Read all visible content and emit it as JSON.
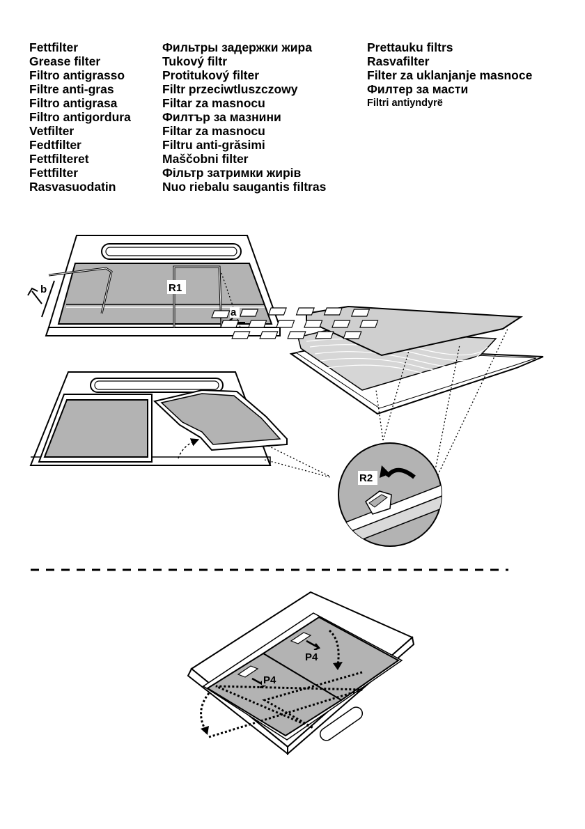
{
  "columns": [
    [
      "Fettfilter",
      "Grease filter",
      "Filtro antigrasso",
      "Filtre anti-gras",
      "Filtro antigrasa",
      "Filtro antigordura",
      "Vetfilter",
      "Fedtfilter",
      "Fettfilteret",
      "Fettfilter",
      "Rasvasuodatin"
    ],
    [
      "Фильтры задержки жира",
      "Tukový filtr",
      "Protitukový filter",
      "Filtr przeciwtluszczowy",
      "Filtar za  masnocu",
      "Филтър за мазнини",
      "Filtar za  masnocu",
      "Filtru anti-grăsimi",
      "Maščobni filter",
      "Фільтр затримки жирів",
      "Nuo riebalu saugantis filtras"
    ],
    [
      "Prettauku filtrs",
      "Rasvafilter",
      "Filter za uklanjanje masnoce",
      "Филтер за масти",
      "Filtri antiyndyrë"
    ]
  ],
  "labels": {
    "b": "b",
    "a": "a",
    "r1": "R1",
    "r2": "R2",
    "p4_top": "P4",
    "p4_bottom": "P4"
  }
}
